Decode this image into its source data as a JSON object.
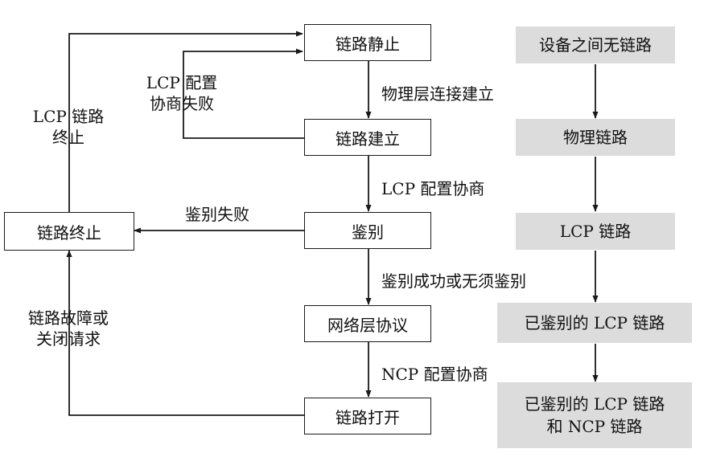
{
  "state_machine": {
    "states": {
      "link_dead": "链路静止",
      "link_establish": "链路建立",
      "authenticate": "鉴别",
      "network_layer": "网络层协议",
      "link_open": "链路打开",
      "link_terminate": "链路终止"
    },
    "transitions": {
      "physical_connect": "物理层连接建立",
      "lcp_negotiate": "LCP 配置协商",
      "auth_success": "鉴别成功或无须鉴别",
      "ncp_negotiate": "NCP 配置协商",
      "auth_fail": "鉴别失败",
      "lcp_fail_line1": "LCP 配置",
      "lcp_fail_line2": "协商失败",
      "lcp_terminate_line1": "LCP 链路",
      "lcp_terminate_line2": "终止",
      "fault_line1": "链路故障或",
      "fault_line2": "关闭请求"
    }
  },
  "stages": {
    "no_link": "设备之间无链路",
    "physical_link": "物理链路",
    "lcp_link": "LCP 链路",
    "authenticated_lcp": "已鉴别的 LCP 链路",
    "authenticated_lcp_ncp_line1": "已鉴别的 LCP 链路",
    "authenticated_lcp_ncp_line2": "和 NCP 链路"
  },
  "colors": {
    "stroke": "#1a1a1a",
    "stage_fill": "#dcdcdc"
  }
}
